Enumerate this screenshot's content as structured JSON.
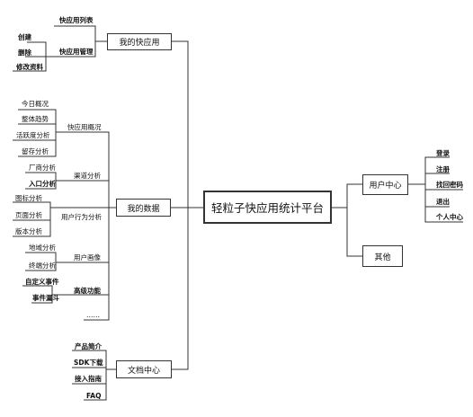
{
  "root": {
    "label": "轻粒子快应用统计平台"
  },
  "branches": {
    "my_app": {
      "label": "我的快应用",
      "children": [
        {
          "label": "快应用列表"
        },
        {
          "label": "快应用管理",
          "children": [
            {
              "label": "创建"
            },
            {
              "label": "删除"
            },
            {
              "label": "修改资料"
            }
          ]
        }
      ]
    },
    "my_data": {
      "label": "我的数据",
      "children": [
        {
          "label": "快应用概况",
          "children": [
            {
              "label": "今日概况"
            },
            {
              "label": "整体趋势"
            },
            {
              "label": "活跃度分析"
            },
            {
              "label": "留存分析"
            }
          ]
        },
        {
          "label": "渠道分析",
          "children": [
            {
              "label": "厂商分析"
            },
            {
              "label": "入口分析"
            }
          ]
        },
        {
          "label": "用户行为分析",
          "children": [
            {
              "label": "图标分析"
            },
            {
              "label": "页面分析"
            },
            {
              "label": "版本分析"
            }
          ]
        },
        {
          "label": "用户画像",
          "children": [
            {
              "label": "地域分析"
            },
            {
              "label": "终端分析"
            }
          ]
        },
        {
          "label": "高级功能",
          "children": [
            {
              "label": "自定义事件"
            },
            {
              "label": "事件漏斗"
            }
          ]
        },
        {
          "label": "……"
        }
      ]
    },
    "docs": {
      "label": "文档中心",
      "children": [
        {
          "label": "产品简介"
        },
        {
          "label": "SDK下载"
        },
        {
          "label": "接入指南"
        },
        {
          "label": "FAQ"
        }
      ]
    },
    "user_center": {
      "label": "用户中心",
      "children": [
        {
          "label": "登录"
        },
        {
          "label": "注册"
        },
        {
          "label": "找回密码"
        },
        {
          "label": "退出"
        },
        {
          "label": "个人中心"
        }
      ]
    },
    "other": {
      "label": "其他"
    }
  }
}
